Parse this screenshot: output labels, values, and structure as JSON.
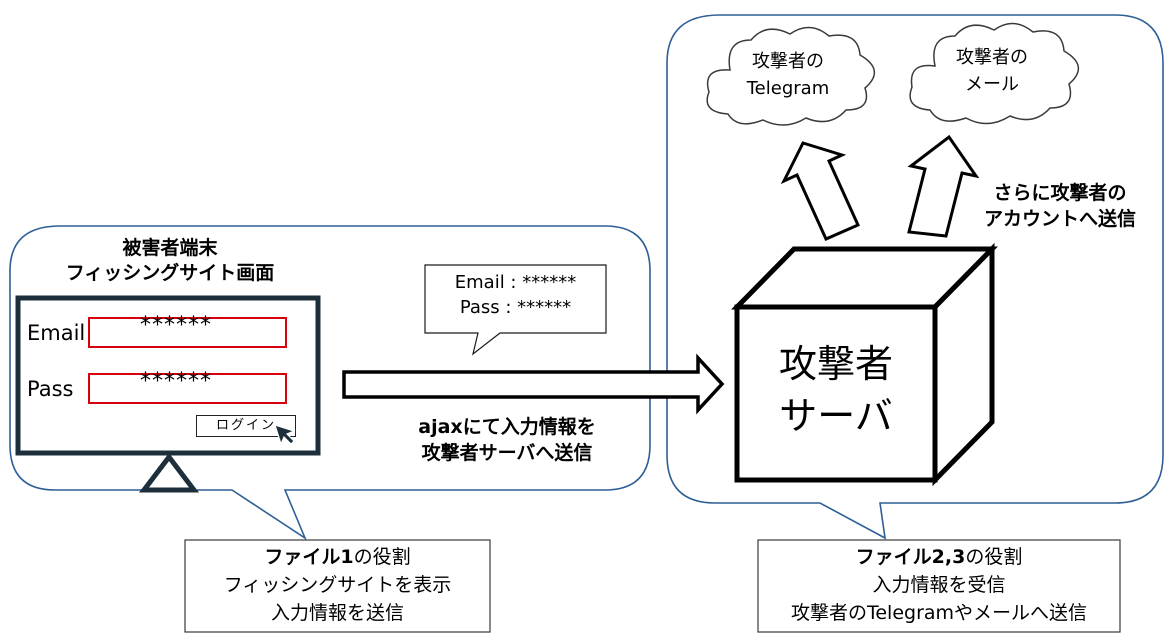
{
  "victim": {
    "title_line1": "被害者端末",
    "title_line2": "フィッシングサイト画面",
    "email_label": "Email",
    "email_value": "******",
    "pass_label": "Pass",
    "pass_value": "******",
    "login_button": "ログイン"
  },
  "callout": {
    "email_line": "Email : ******",
    "pass_line": "Pass : ******"
  },
  "arrow_label": {
    "line1": "ajaxにて入力情報を",
    "line2": "攻撃者サーバへ送信"
  },
  "server": {
    "line1": "攻撃者",
    "line2": "サーバ"
  },
  "clouds": {
    "telegram_line1": "攻撃者の",
    "telegram_line2": "Telegram",
    "mail_line1": "攻撃者の",
    "mail_line2": "メール"
  },
  "forward_label": {
    "line1": "さらに攻撃者の",
    "line2": "アカウントへ送信"
  },
  "file1": {
    "title_bold": "ファイル1",
    "title_rest": "の役割",
    "line2": "フィッシングサイトを表示",
    "line3": "入力情報を送信"
  },
  "file23": {
    "title_bold": "ファイル2,3",
    "title_rest": "の役割",
    "line2": "入力情報を受信",
    "line3": "攻撃者のTelegramやメールへ送信"
  }
}
